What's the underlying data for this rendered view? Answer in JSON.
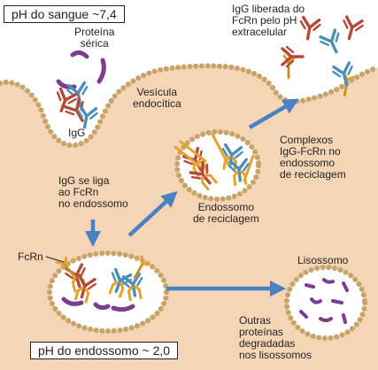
{
  "diagram": {
    "title_blood_ph": "pH do sangue ~7,4",
    "title_endosome_ph": "pH do endossomo ~ 2,0",
    "labels": {
      "serum_protein": [
        "Proteína",
        "sérica"
      ],
      "igg": "IgG",
      "endocytic_vesicle": [
        "Vesícula",
        "endocítica"
      ],
      "igg_binds": [
        "IgG se liga",
        "ao FcRn",
        "no endossomo"
      ],
      "fcrn": "FcRn",
      "recycling_endosome": [
        "Endossomo",
        "de reciclagem"
      ],
      "complexes": [
        "Complexos",
        "IgG-FcRn no",
        "endossomo",
        "de reciclagem"
      ],
      "igg_released": [
        "IgG liberada do",
        "FcRn pelo pH",
        "extracelular"
      ],
      "lysosome": "Lisossomo",
      "degraded": [
        "Outras",
        "proteínas",
        "degradadas",
        "nos lisossomos"
      ]
    },
    "colors": {
      "cell": "#f4d6b6",
      "membrane": "#c8a46a",
      "arrow": "#4a80c4",
      "igg_red": "#b5493a",
      "igg_blue": "#4a8fb8",
      "fcrn_orange": "#e5a32a",
      "protein_purple": "#7a3d92"
    }
  }
}
